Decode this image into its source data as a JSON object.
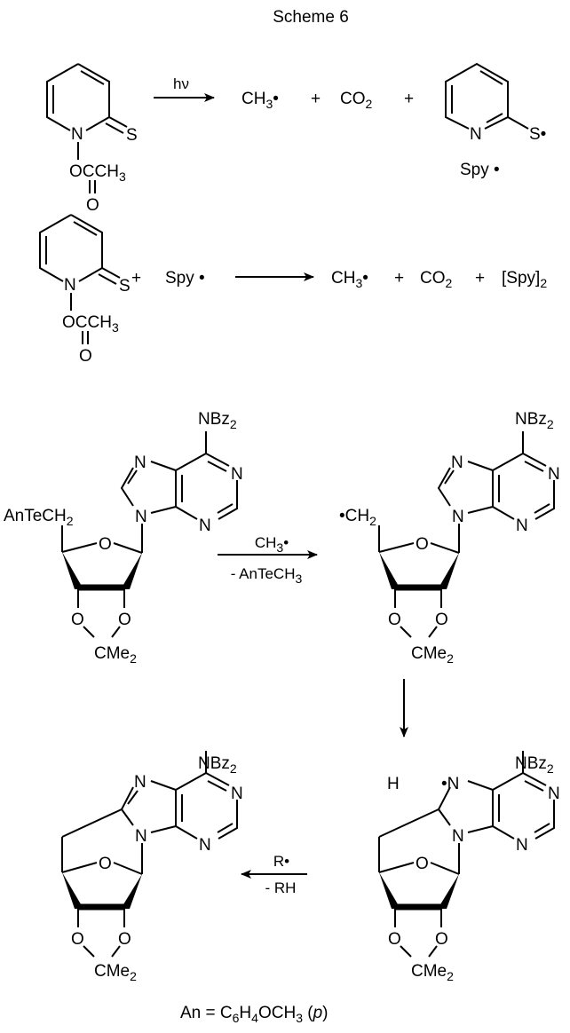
{
  "title": "Scheme 6",
  "reaction1": {
    "reactant": {
      "N": "N",
      "S": "S",
      "OCCH3": "OCCH3",
      "O": "O"
    },
    "arrow_label": "hν",
    "p1": "CH3•",
    "plus1": "+",
    "p2": "CO2",
    "plus2": "+",
    "spy": {
      "N": "N",
      "S": "S•",
      "name": "Spy •"
    }
  },
  "reaction2": {
    "reactant": {
      "N": "N",
      "S": "S",
      "OCCH3": "OCCH3",
      "O": "O"
    },
    "plus0": "+",
    "reagent": "Spy •",
    "p1": "CH3•",
    "plus1": "+",
    "p2": "CO2",
    "plus2": "+",
    "p3": "[Spy]2"
  },
  "reaction3": {
    "start": {
      "NBz2": "NBz2",
      "N7": "N",
      "N9": "N",
      "N1": "N",
      "N3": "N",
      "side": "AnTeCH2",
      "O4": "O",
      "O3": "O",
      "O2": "O",
      "CMe2": "CMe2"
    },
    "arrow_top": "CH3•",
    "arrow_bottom": "- AnTeCH3",
    "radical": {
      "NBz2": "NBz2",
      "N7": "N",
      "N9": "N",
      "N1": "N",
      "N3": "N",
      "side": "•CH2",
      "O4": "O",
      "O3": "O",
      "O2": "O",
      "CMe2": "CMe2"
    }
  },
  "reaction4": {
    "cyclized_radical": {
      "NBz2": "NBz2",
      "H": "H",
      "N7": "•N",
      "N9": "N",
      "N1": "N",
      "N3": "N",
      "O4": "O",
      "O3": "O",
      "O2": "O",
      "CMe2": "CMe2"
    },
    "arrow_top": "R•",
    "arrow_bottom": "- RH",
    "product": {
      "NBz2": "NBz2",
      "N7": "N",
      "N9": "N",
      "N1": "N",
      "N3": "N",
      "O4": "O",
      "O3": "O",
      "O2": "O",
      "CMe2": "CMe2"
    }
  },
  "footnote": {
    "prefix": "An = C6H4OCH3 (",
    "italic": "p",
    "suffix": ")"
  }
}
